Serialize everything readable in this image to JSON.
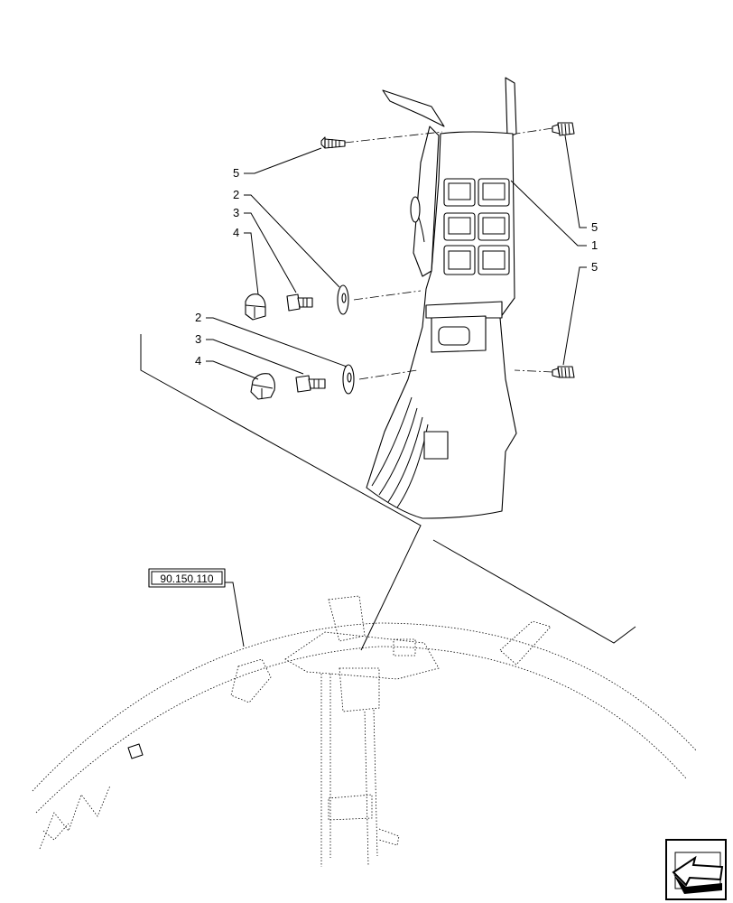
{
  "callouts": {
    "c1": "1",
    "c2a": "2",
    "c2b": "2",
    "c3a": "3",
    "c3b": "3",
    "c4a": "4",
    "c4b": "4",
    "c5a": "5",
    "c5b": "5",
    "c5c": "5"
  },
  "reference": {
    "label": "90.150.110"
  },
  "icons": {
    "nav": "back-arrow-icon"
  }
}
